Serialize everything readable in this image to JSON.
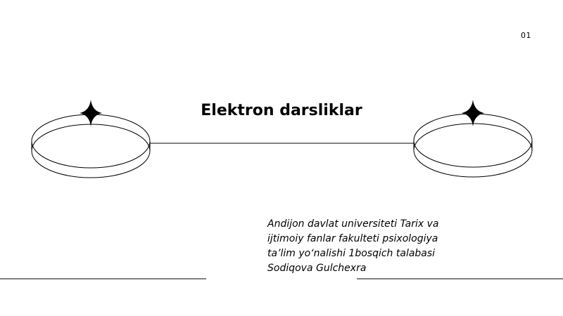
{
  "slide": {
    "number": "01",
    "title": "Elektron darsliklar",
    "author_lines": [
      "Andijon davlat universiteti Tarix va",
      "ijtimoiy fanlar fakulteti psixologiya",
      "ta’lim yo‘nalishi 1bosqich talabasi",
      "Sodiqova Gulchexra"
    ]
  },
  "colors": {
    "background": "#ffffff",
    "ink": "#000000"
  },
  "icons": [
    "sparkle-star-icon",
    "ring-ellipse-icon"
  ]
}
